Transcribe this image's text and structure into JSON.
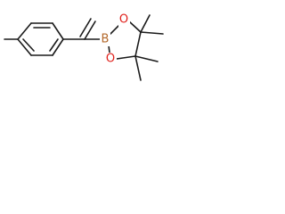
{
  "molecule": {
    "atoms": {
      "boron": {
        "symbol": "B",
        "color": "#b3682b"
      },
      "oxygen_top": {
        "symbol": "O",
        "color": "#e0201b"
      },
      "oxygen_bottom": {
        "symbol": "O",
        "color": "#e0201b"
      }
    },
    "bond_color": "#1a1a1a",
    "background": "#ffffff"
  }
}
